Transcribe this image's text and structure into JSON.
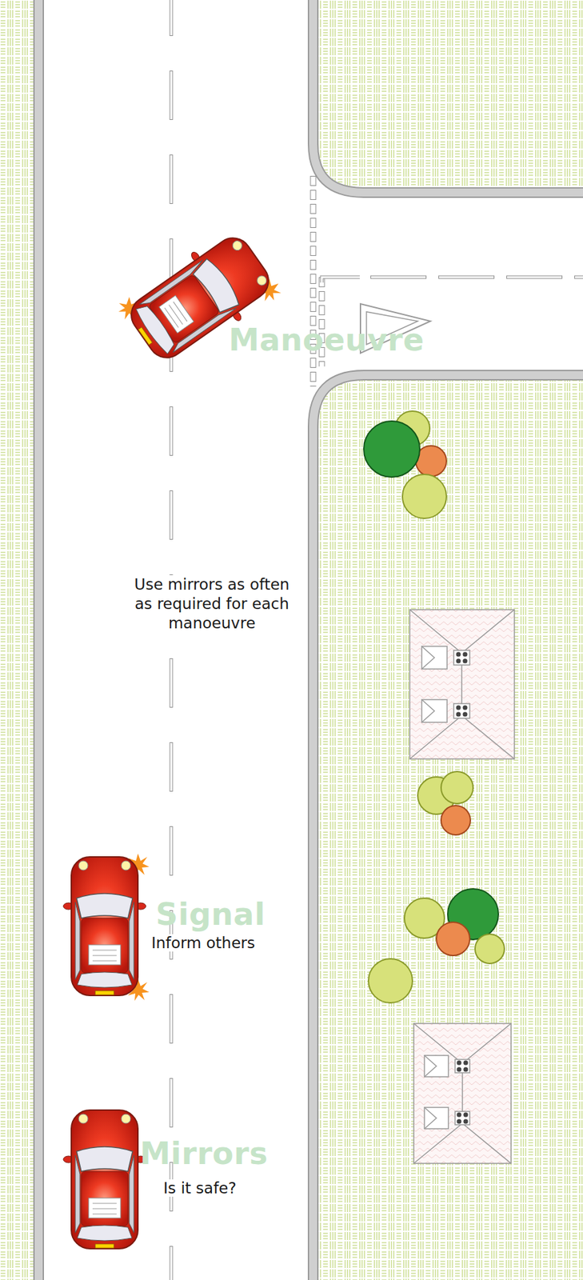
{
  "diagram": {
    "labels": [
      "Manoeuvre",
      "Use mirrors as often as required for each manoeuvre",
      "Signal",
      "Inform others",
      "Mirrors",
      "Is it safe?"
    ]
  }
}
